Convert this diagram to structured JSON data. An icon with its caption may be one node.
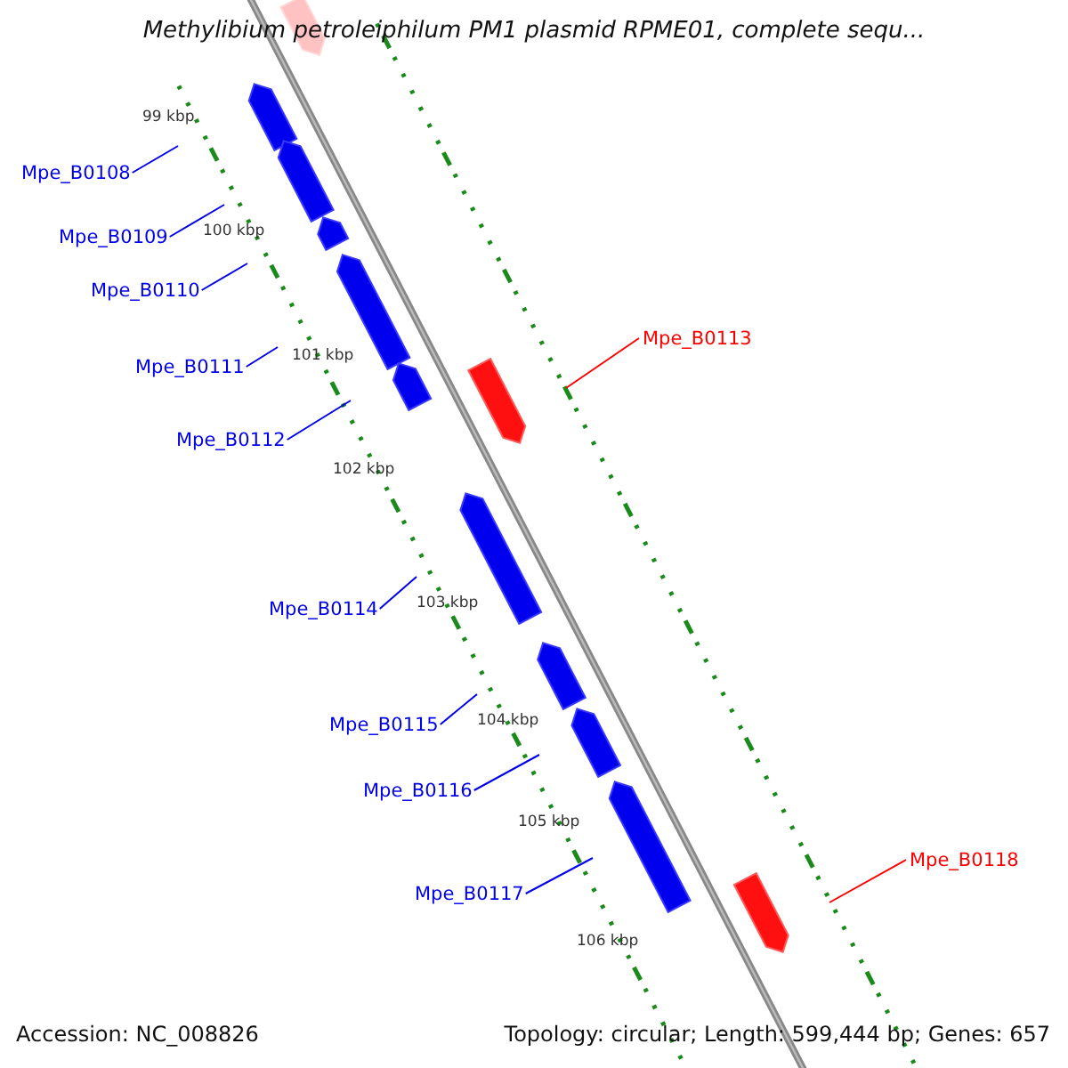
{
  "diagram": {
    "title": "Methylibium petroleiphilum PM1 plasmid RPME01, complete sequ...",
    "nodes": [
      {
        "text": [
          "Mpe_B0108"
        ]
      },
      {
        "text": [
          "Mpe_B0109"
        ]
      },
      {
        "text": [
          "Mpe_B0110"
        ]
      },
      {
        "text": [
          "Mpe_B0111"
        ]
      },
      {
        "text": [
          "Mpe_B0112"
        ]
      },
      {
        "text": [
          "Mpe_B0113"
        ]
      },
      {
        "text": [
          "Mpe_B0114"
        ]
      },
      {
        "text": [
          "Mpe_B0115"
        ]
      },
      {
        "text": [
          "Mpe_B0116"
        ]
      },
      {
        "text": [
          "Mpe_B0117"
        ]
      },
      {
        "text": [
          "Mpe_B0118"
        ]
      }
    ],
    "edges": [
      {
        "from": 0,
        "to": null,
        "arrow": "none"
      },
      {
        "from": 1,
        "to": null,
        "arrow": "none"
      },
      {
        "from": 2,
        "to": null,
        "arrow": "none"
      },
      {
        "from": 3,
        "to": null,
        "arrow": "none"
      },
      {
        "from": 4,
        "to": null,
        "arrow": "none"
      },
      {
        "from": 5,
        "to": null,
        "arrow": "none",
        "color": "#ff0000"
      },
      {
        "from": 6,
        "to": null,
        "arrow": "none"
      },
      {
        "from": 7,
        "to": null,
        "arrow": "none"
      },
      {
        "from": 8,
        "to": null,
        "arrow": "none"
      },
      {
        "from": 9,
        "to": null,
        "arrow": "none"
      },
      {
        "from": 10,
        "to": null,
        "arrow": "none",
        "color": "#ff0000"
      }
    ],
    "labels": [
      "99 kbp",
      "100 kbp",
      "101 kbp",
      "102 kbp",
      "103 kbp",
      "104 kbp",
      "105 kbp",
      "106 kbp",
      "Accession: NC_008826",
      "Topology: circular; Length: 599,444 bp; Genes: 657"
    ]
  }
}
